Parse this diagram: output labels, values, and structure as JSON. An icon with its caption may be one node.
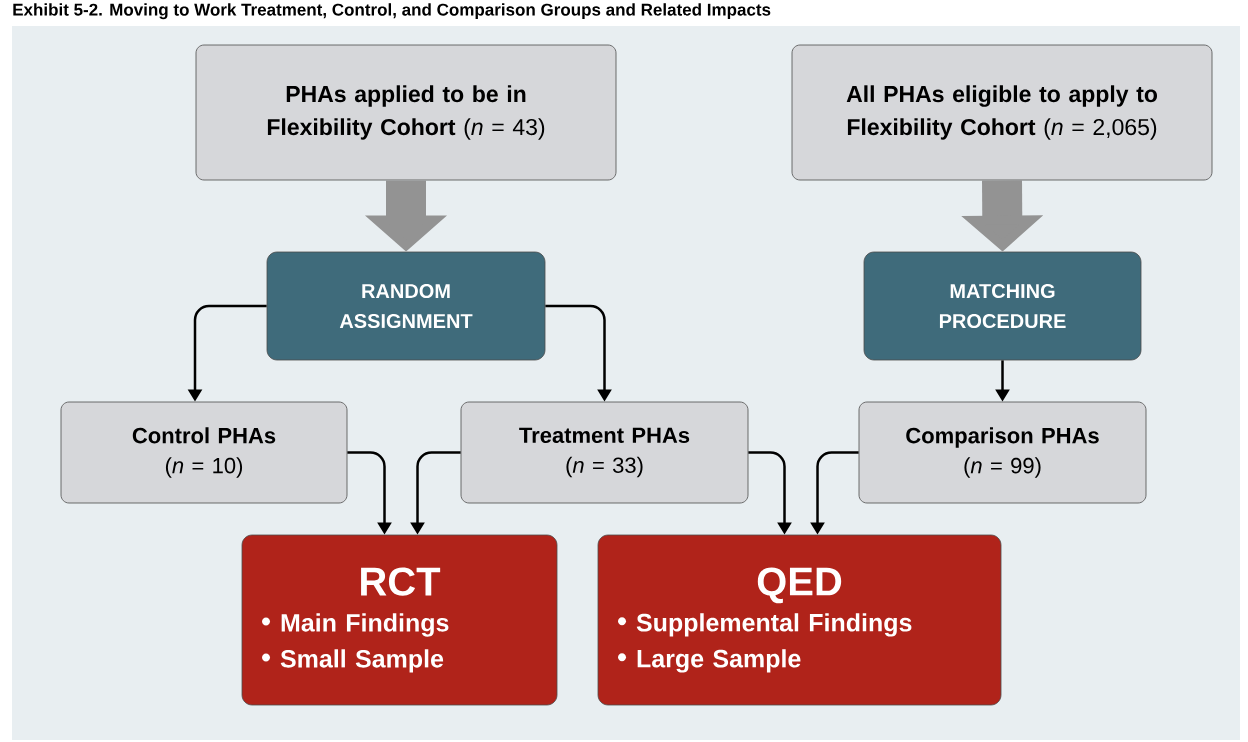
{
  "diagram": {
    "title": "Exhibit 5-2. Moving to Work Treatment, Control, and Comparison Groups and Related Impacts",
    "nodes": [
      {
        "text": [
          "**PHAs applied to be in Flexibility Cohort** (*n* = 43)"
        ]
      },
      {
        "text": [
          "**All PHAs eligible to apply to Flexibility Cohort** (*n* = 2,065)"
        ]
      },
      {
        "text": [
          "RANDOM ASSIGNMENT"
        ]
      },
      {
        "text": [
          "MATCHING PROCEDURE"
        ]
      },
      {
        "text": [
          "Control PHAs",
          "(*n* = 10)"
        ]
      },
      {
        "text": [
          "Treatment PHAs",
          "(*n* = 33)"
        ]
      },
      {
        "text": [
          "Comparison PHAs",
          "(*n* = 99)"
        ]
      },
      {
        "text": [
          "RCT",
          "Main Findings",
          "Small Sample"
        ]
      },
      {
        "text": [
          "QED",
          "Supplemental Findings",
          "Large Sample"
        ]
      }
    ],
    "edges": [
      {
        "from": 0,
        "to": 2,
        "arrow": "to",
        "style": "thick",
        "color": "#939393"
      },
      {
        "from": 1,
        "to": 3,
        "arrow": "to",
        "style": "thick",
        "color": "#939393"
      },
      {
        "from": 2,
        "to": 4,
        "arrow": "to"
      },
      {
        "from": 2,
        "to": 5,
        "arrow": "to"
      },
      {
        "from": 3,
        "to": 6,
        "arrow": "to"
      },
      {
        "from": 4,
        "to": 7,
        "arrow": "to"
      },
      {
        "from": 5,
        "to": 7,
        "arrow": "to"
      },
      {
        "from": 5,
        "to": 8,
        "arrow": "to"
      },
      {
        "from": 6,
        "to": 8,
        "arrow": "to"
      }
    ]
  }
}
